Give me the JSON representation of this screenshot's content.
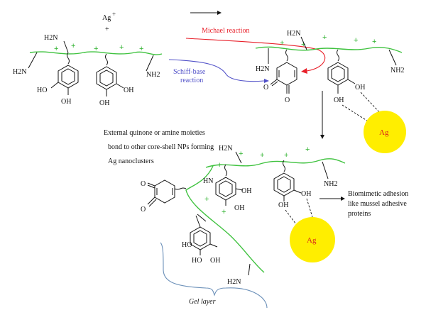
{
  "labels": {
    "ag_ion": "Ag",
    "ag_ion_charge": "+",
    "plus_sign": "+",
    "nh2": "NH2",
    "h2n": "H2N",
    "oh": "OH",
    "ho": "HO",
    "hn": "HN",
    "o": "O",
    "michael": "Michael reaction",
    "schiff_line1": "Schiff-base",
    "schiff_line2": "reaction",
    "external_line1": "External quinone or amine moieties",
    "external_line2": "bond to other core-shell NPs forming",
    "external_line3": "Ag nanoclusters",
    "bio_line1": "Biomimetic adhesion",
    "bio_line2": "like mussel adhesive",
    "bio_line3": "proteins",
    "ag_particle": "Ag",
    "gel_layer": "Gel layer"
  },
  "colors": {
    "chain": "#3fc23f",
    "michael": "#e8202a",
    "schiff": "#5050c8",
    "nanoparticle": "#ffee00",
    "bracket": "#6a8fb8"
  }
}
